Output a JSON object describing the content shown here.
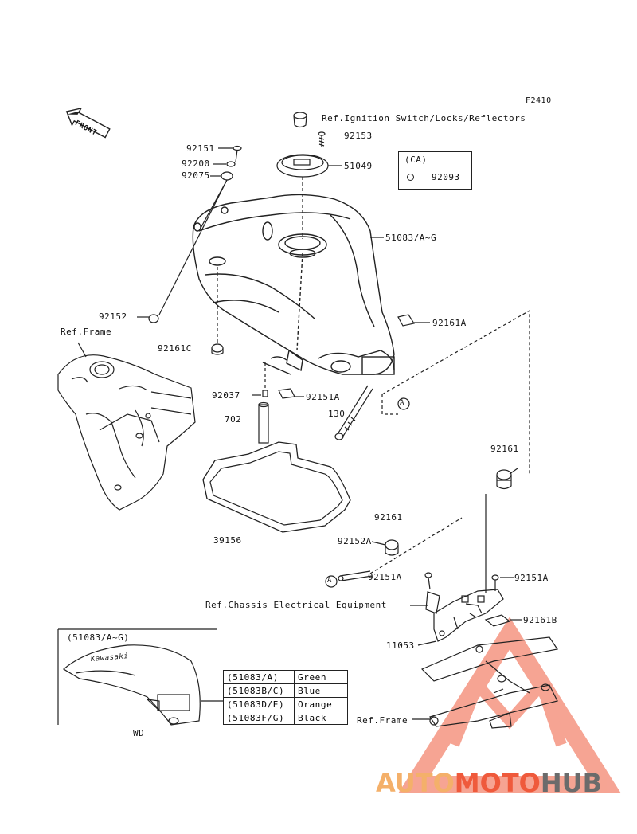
{
  "figure_code": "F2410",
  "front_label": "FRONT",
  "callouts": {
    "ref_ignition": "Ref.Ignition Switch/Locks/Reflectors",
    "p92153": "92153",
    "p92151": "92151",
    "p51049": "51049",
    "p92200": "92200",
    "p92075": "92075",
    "p51083ag": "51083/A~G",
    "p92152": "92152",
    "p92161a_top": "92161A",
    "ref_frame_left": "Ref.Frame",
    "p92161c": "92161C",
    "p92037": "92037",
    "p92151a_mid": "92151A",
    "p702": "702",
    "p130": "130",
    "p39156": "39156",
    "p92161_right": "92161",
    "p92161_mid": "92161",
    "p92152a": "92152A",
    "p92151a_low": "92151A",
    "p92151a_right": "92151A",
    "ref_chassis": "Ref.Chassis Electrical Equipment",
    "p92161b": "92161B",
    "p11053": "11053",
    "ref_frame_bottom": "Ref.Frame",
    "marker_a1": "A",
    "marker_a2": "A"
  },
  "ca_box": {
    "title": "(CA)",
    "part": "92093"
  },
  "inset": {
    "title": "(51083/A~G)",
    "tank_text": "Kawasaki",
    "note": "WD"
  },
  "color_table": [
    {
      "part": "(51083/A)",
      "color": "Green"
    },
    {
      "part": "(51083B/C)",
      "color": "Blue"
    },
    {
      "part": "(51083D/E)",
      "color": "Orange"
    },
    {
      "part": "(51083F/G)",
      "color": "Black"
    }
  ],
  "watermark": {
    "part1": "AUTO",
    "part2": "MOTO",
    "part3": "HUB"
  },
  "colors": {
    "ink": "#222222",
    "watermark_orange": "#f4b06a",
    "watermark_red": "#ef5a3c",
    "watermark_gray": "#6b6b6b"
  }
}
